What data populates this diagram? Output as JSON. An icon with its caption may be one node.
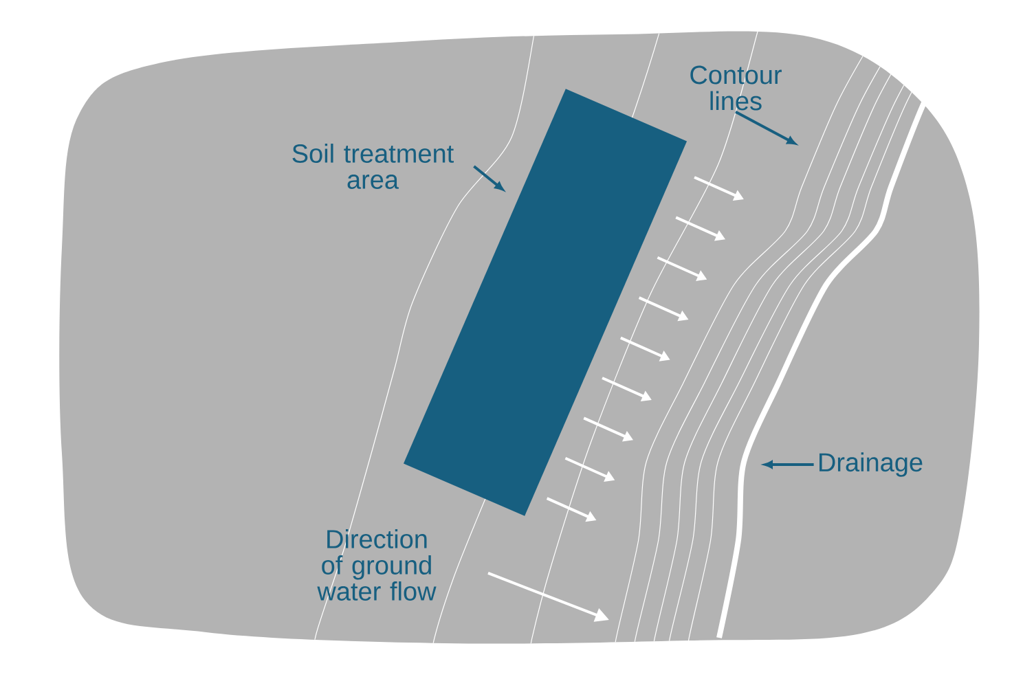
{
  "diagram": {
    "nodes": [
      {
        "text": [
          "Soil treatment area"
        ]
      },
      {
        "text": [],
        "shape": "box"
      },
      {
        "text": [
          "Contour lines"
        ]
      },
      {
        "text": [
          "Drainage"
        ]
      }
    ],
    "edges": [
      {
        "from": 0,
        "to": 1,
        "arrow": "to"
      },
      {
        "from": 2,
        "to": null,
        "arrow": "to"
      },
      {
        "from": 3,
        "to": null,
        "arrow": "to"
      }
    ],
    "labels": [
      "Direction of ground water flow"
    ]
  }
}
